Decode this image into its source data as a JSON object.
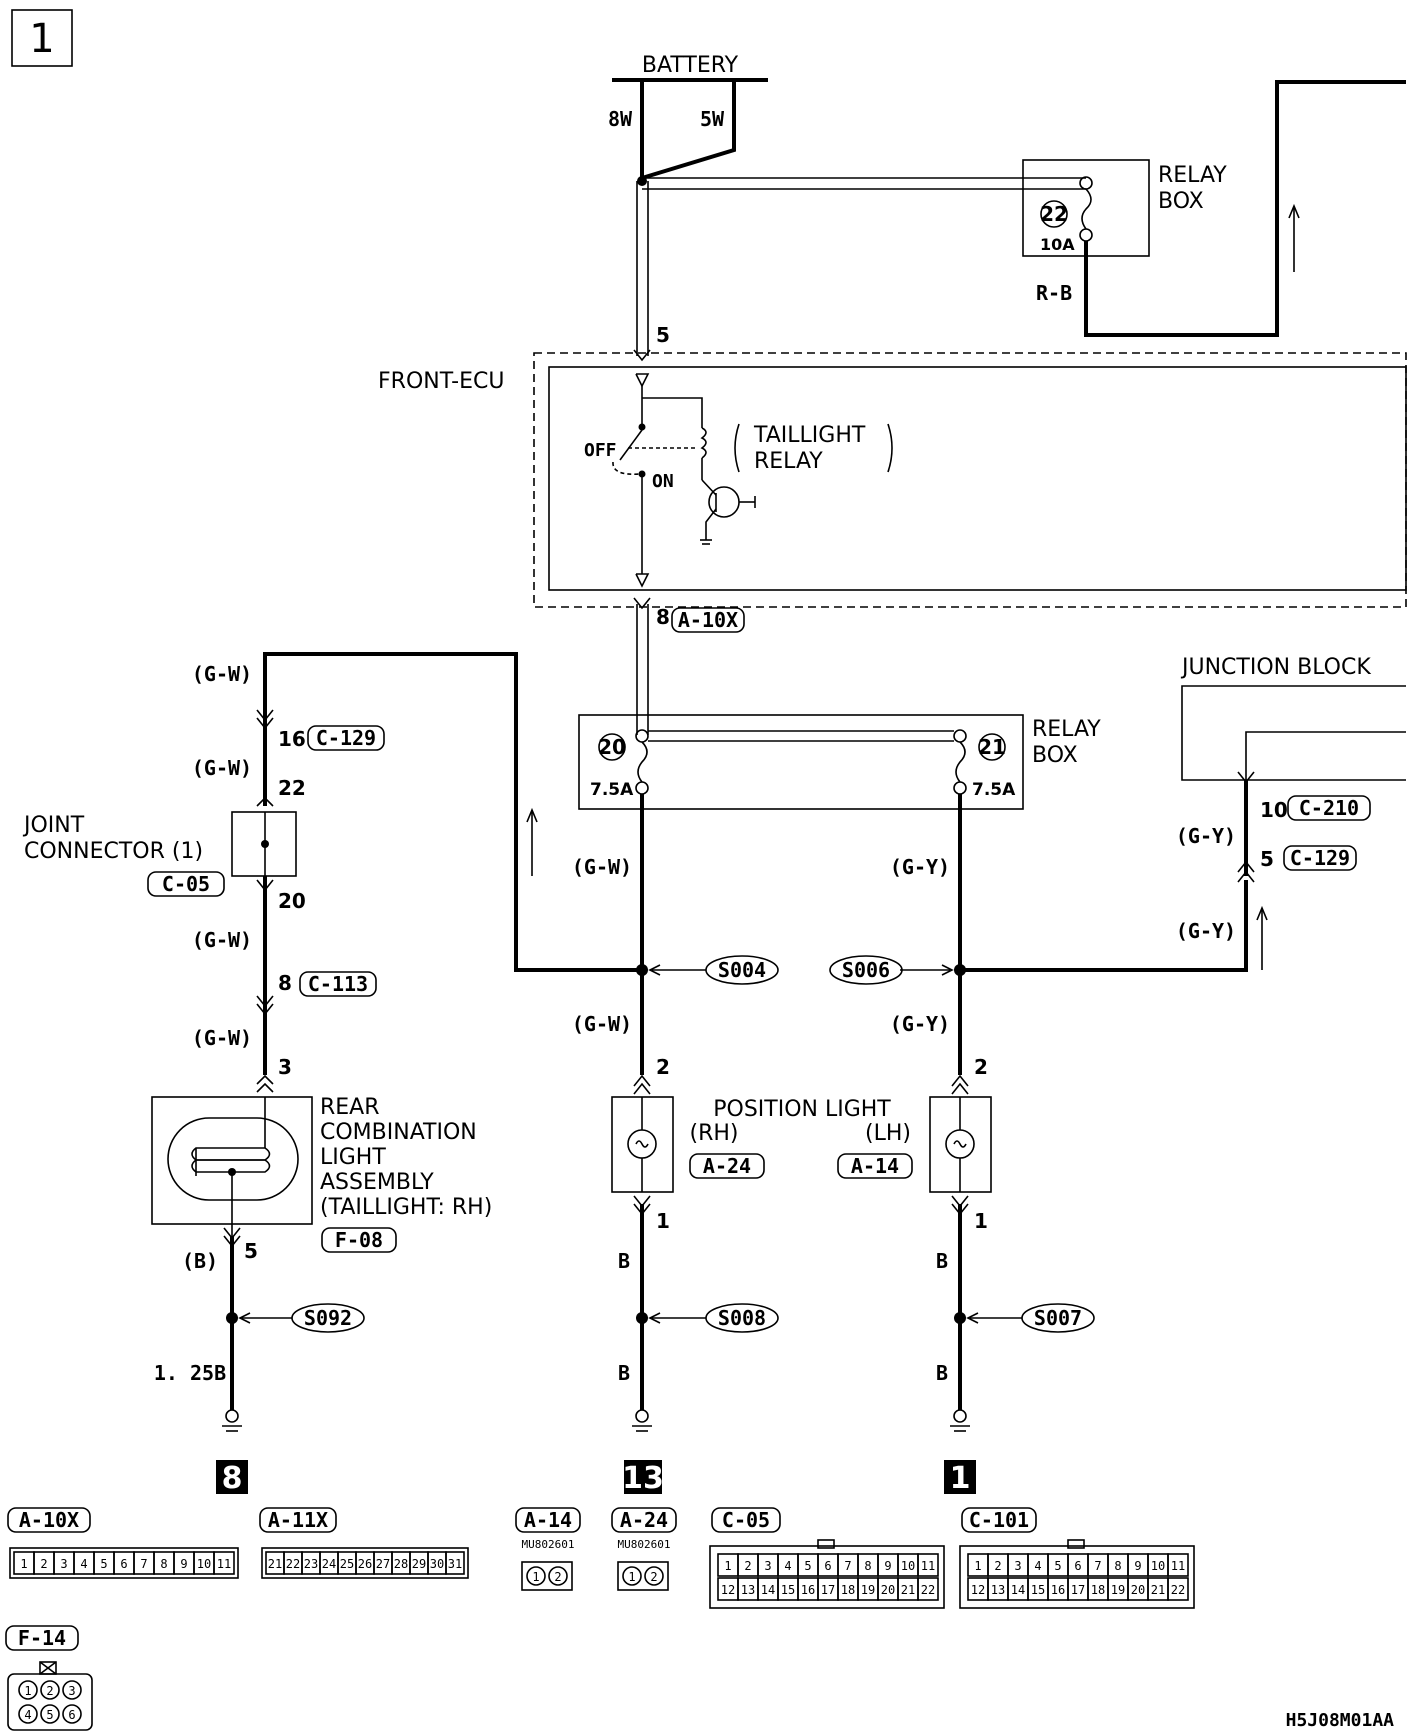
{
  "page_number": "1",
  "diagram_code": "H5J08M01AA",
  "battery": {
    "label": "BATTERY",
    "wire_left": "8W",
    "wire_right": "5W"
  },
  "relay_box_top": {
    "label_line1": "RELAY",
    "label_line2": "BOX",
    "fuse_no": "22",
    "fuse_rating": "10A",
    "wire": "R-B"
  },
  "front_ecu": {
    "label": "FRONT-ECU",
    "in_pin": "5",
    "out_pin": "8",
    "out_conn": "A-10X",
    "relay_label_1": "TAILLIGHT",
    "relay_label_2": "RELAY",
    "switch_off": "OFF",
    "switch_on": "ON"
  },
  "relay_box_mid": {
    "label_line1": "RELAY",
    "label_line2": "BOX",
    "fuse_left_no": "20",
    "fuse_left_rating": "7.5A",
    "fuse_right_no": "21",
    "fuse_right_rating": "7.5A"
  },
  "junction_block": {
    "label": "JUNCTION BLOCK",
    "pin_a": "10",
    "conn_a": "C-210",
    "pin_b": "5",
    "conn_b": "C-129"
  },
  "left_branch": {
    "wire_color": "(G-W)",
    "pin_16": "16",
    "conn_16": "C-129",
    "pin_22": "22",
    "pin_20": "20",
    "pin_8": "8",
    "conn_8": "C-113",
    "pin_3": "3",
    "pin_5": "5",
    "ground_wire": "(B)",
    "ground_size": "1. 25B",
    "splice": "S092",
    "ground_no": "8"
  },
  "joint_connector": {
    "line1": "JOINT",
    "line2": "CONNECTOR (1)",
    "conn": "C-05"
  },
  "rear_combo": {
    "line1": "REAR",
    "line2": "COMBINATION",
    "line3": "LIGHT",
    "line4": "ASSEMBLY",
    "line5": "(TAILLIGHT: RH)",
    "conn": "F-08"
  },
  "position_light": {
    "label": "POSITION LIGHT",
    "rh": "(RH)",
    "lh": "(LH)",
    "conn_rh": "A-24",
    "conn_lh": "A-14"
  },
  "mid_branch": {
    "wire_color": "(G-W)",
    "splice": "S004",
    "pin_2": "2",
    "pin_1": "1",
    "ground_wire": "B",
    "splice_gnd": "S008",
    "ground_no": "13"
  },
  "right_branch": {
    "wire_color": "(G-Y)",
    "splice": "S006",
    "pin_2": "2",
    "pin_1": "1",
    "ground_wire": "B",
    "splice_gnd": "S007",
    "ground_no": "1"
  },
  "connector_views": [
    {
      "id": "A-10X",
      "pins": [
        "1",
        "2",
        "3",
        "4",
        "5",
        "6",
        "7",
        "8",
        "9",
        "10",
        "11"
      ]
    },
    {
      "id": "A-11X",
      "pins": [
        "21",
        "22",
        "23",
        "24",
        "25",
        "26",
        "27",
        "28",
        "29",
        "30",
        "31"
      ]
    },
    {
      "id": "A-14",
      "part": "MU802601",
      "pins": [
        "1",
        "2"
      ]
    },
    {
      "id": "A-24",
      "part": "MU802601",
      "pins": [
        "1",
        "2"
      ]
    },
    {
      "id": "C-05",
      "pins_top": [
        "1",
        "2",
        "3",
        "4",
        "5",
        "6",
        "7",
        "8",
        "9",
        "10",
        "11"
      ],
      "pins_bottom": [
        "12",
        "13",
        "14",
        "15",
        "16",
        "17",
        "18",
        "19",
        "20",
        "21",
        "22"
      ]
    },
    {
      "id": "C-101",
      "pins_top": [
        "1",
        "2",
        "3",
        "4",
        "5",
        "6",
        "7",
        "8",
        "9",
        "10",
        "11"
      ],
      "pins_bottom": [
        "12",
        "13",
        "14",
        "15",
        "16",
        "17",
        "18",
        "19",
        "20",
        "21",
        "22"
      ]
    },
    {
      "id": "F-14",
      "pins_top": [
        "1",
        "2",
        "3"
      ],
      "pins_bottom": [
        "4",
        "5",
        "6"
      ]
    }
  ]
}
